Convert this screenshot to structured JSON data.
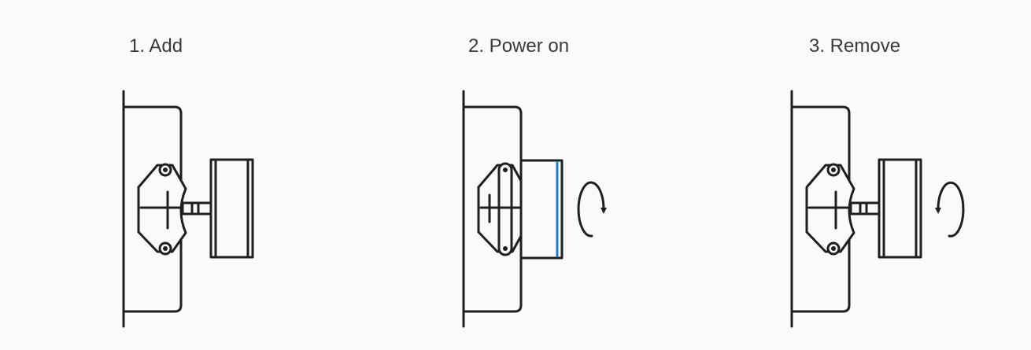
{
  "steps": [
    {
      "label": "1. Add"
    },
    {
      "label": "2. Power on"
    },
    {
      "label": "3. Remove"
    }
  ],
  "icons": {
    "step1": "wall-mounted-bracket-with-module-detached",
    "step2": "module-attached-rotate-clockwise",
    "step3": "module-detached-rotate-counterclockwise"
  },
  "colors": {
    "line": "#1f1f1f",
    "accent": "#1a7fd4",
    "background": "#fafafa"
  }
}
